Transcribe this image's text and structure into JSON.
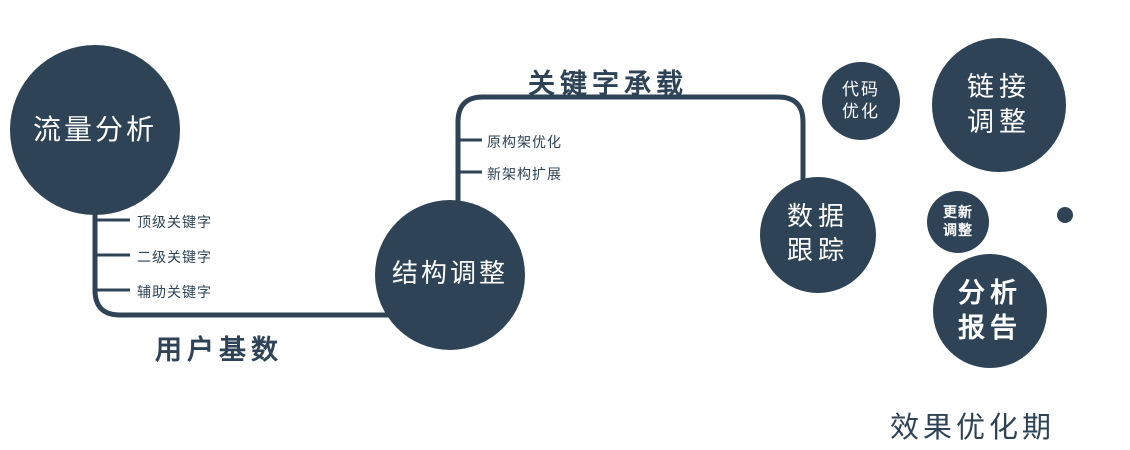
{
  "colors": {
    "primary": "#2e4356",
    "background": "#ffffff"
  },
  "nodes": {
    "traffic": {
      "label": "流量分析"
    },
    "structure": {
      "label": "结构调整"
    },
    "tracking": {
      "lines": [
        "数据",
        "跟踪"
      ]
    },
    "code": {
      "lines": [
        "代码",
        "优化"
      ]
    },
    "link": {
      "lines": [
        "链接",
        "调整"
      ]
    },
    "update": {
      "lines": [
        "更新",
        "调整"
      ]
    },
    "report": {
      "lines": [
        "分析",
        "报告"
      ]
    }
  },
  "edge_labels": {
    "user_base": "用户基数",
    "keyword_load": "关键字承载"
  },
  "ticks": {
    "traffic": [
      "顶级关键字",
      "二级关键字",
      "辅助关键字"
    ],
    "structure": [
      "原构架优化",
      "新架构扩展"
    ]
  },
  "footer": "效果优化期"
}
